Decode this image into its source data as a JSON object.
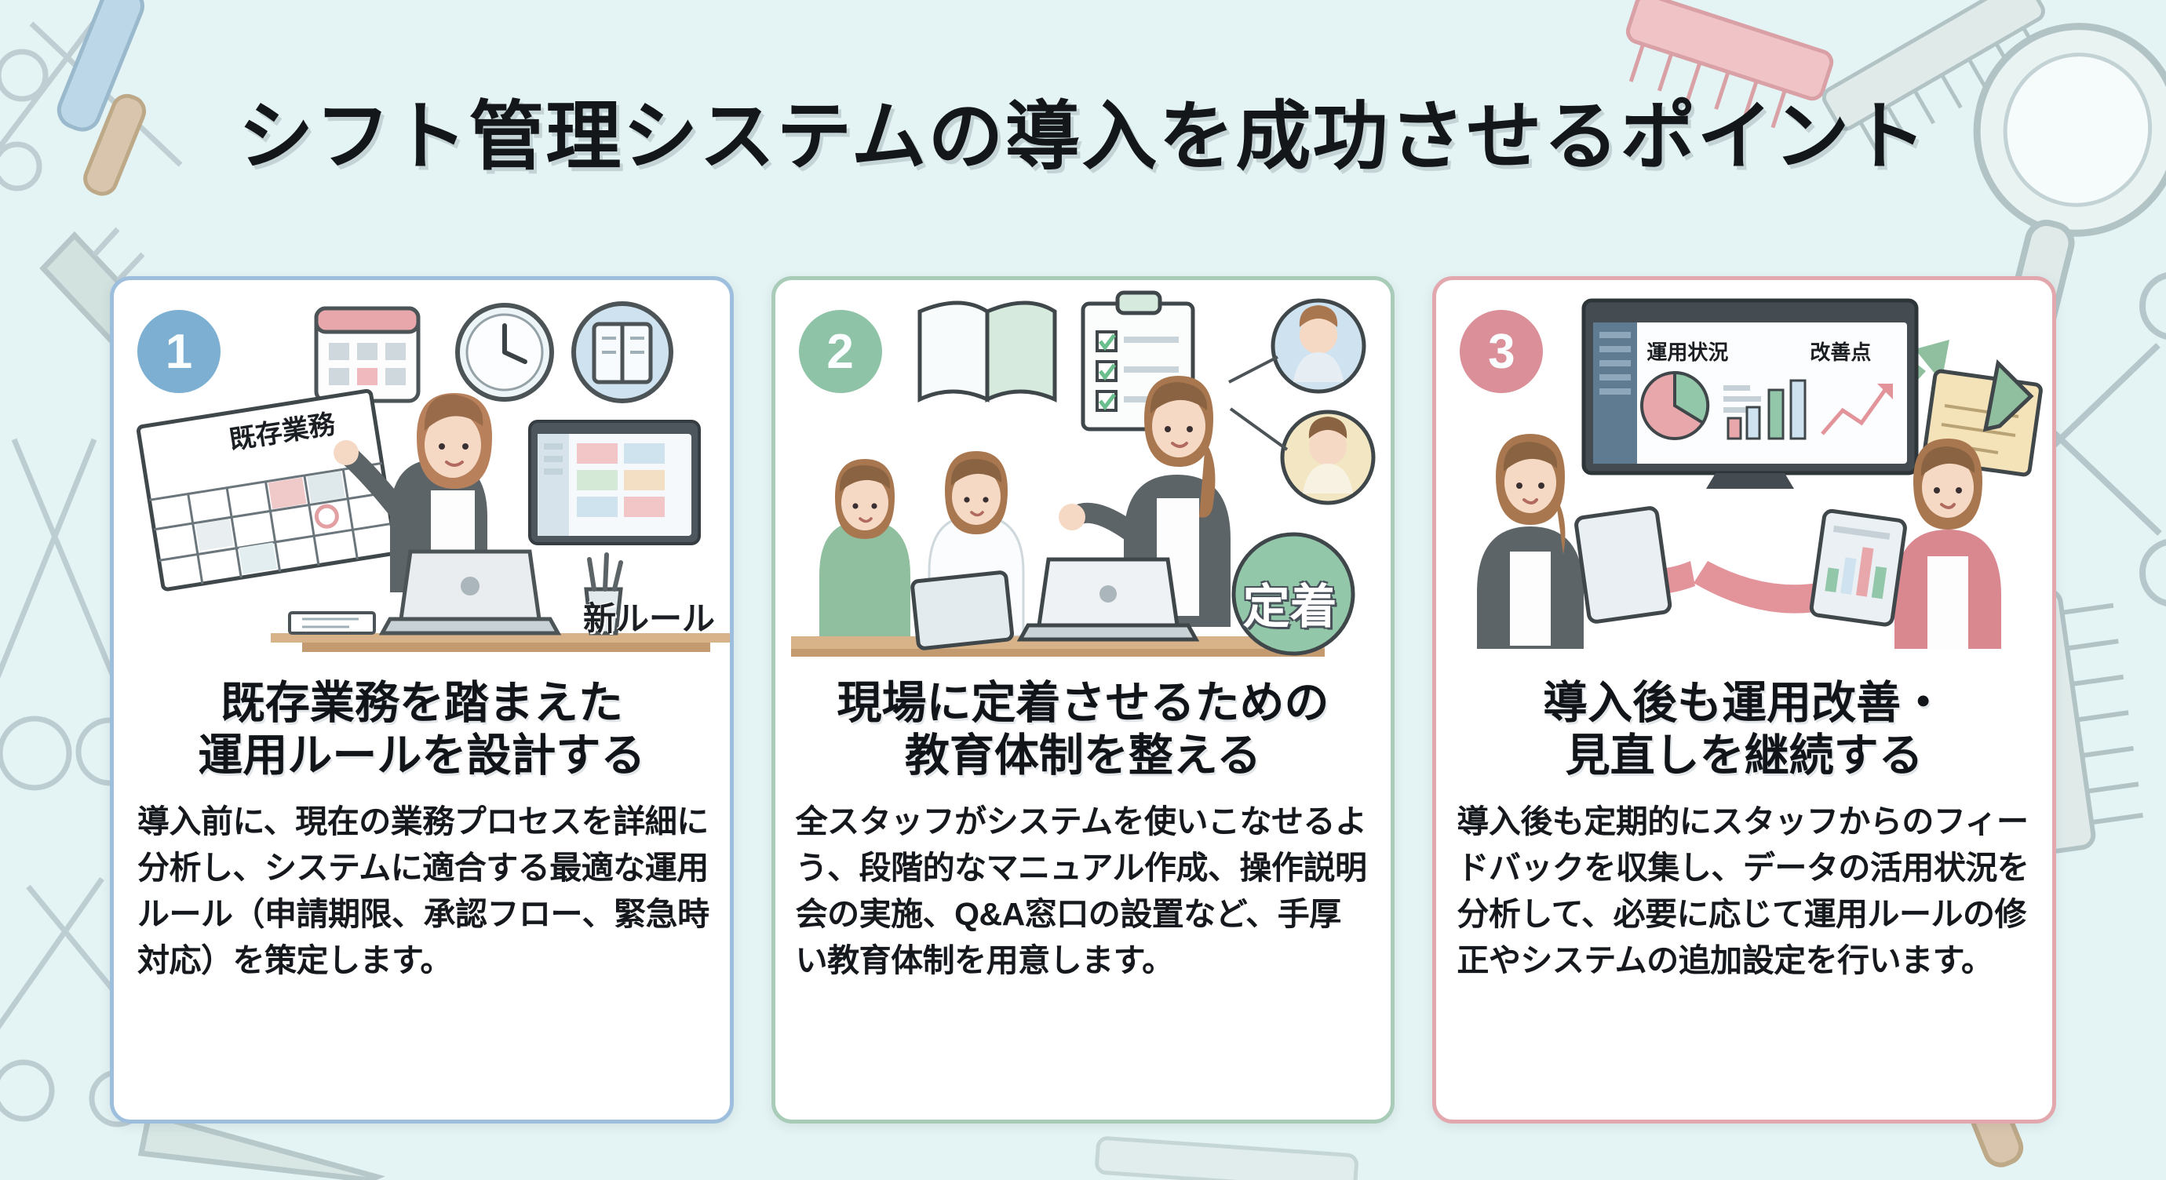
{
  "page": {
    "title": "シフト管理システムの導入を成功させるポイント",
    "background_color": "#e4f3f3",
    "theme": "salon-shift-management-infographic"
  },
  "cards": [
    {
      "number": "1",
      "badge_color": "#7cafd1",
      "border_color": "#9dbfdd",
      "heading_line1": "既存業務を踏まえた",
      "heading_line2": "運用ルールを設計する",
      "body": "導入前に、現在の業務プロセスを詳細に分析し、システムに適合する最適な運用ルール（申請期限、承認フロー、緊急時対応）を策定します。",
      "illustration_labels": {
        "paper": "既存業務",
        "new_rule": "新ルール"
      },
      "illustration_icons": [
        "calendar-icon",
        "clock-icon",
        "book-icon",
        "laptop-icon",
        "tablet-screen-icon",
        "person-presenter-icon",
        "pen-cup-icon"
      ]
    },
    {
      "number": "2",
      "badge_color": "#8ec3a7",
      "border_color": "#a8ccb8",
      "heading_line1": "現場に定着させるための",
      "heading_line2": "教育体制を整える",
      "body": "全スタッフがシステムを使いこなせるよう、段階的なマニュアル作成、操作説明会の実施、Q&A窓口の設置など、手厚い教育体制を用意します。",
      "illustration_labels": {
        "stamp": "定着"
      },
      "illustration_icons": [
        "open-book-icon",
        "checklist-clipboard-icon",
        "person-trainer-icon",
        "person-student-icon",
        "avatar-circle-icon",
        "tablet-icon",
        "laptop-icon"
      ]
    },
    {
      "number": "3",
      "badge_color": "#db9099",
      "border_color": "#e2a8ad",
      "heading_line1": "導入後も運用改善・",
      "heading_line2": "見直しを継続する",
      "body": "導入後も定期的にスタッフからのフィードバックを収集し、データの活用状況を分析して、必要に応じて運用ルールの修正やシステムの追加設定を行います。",
      "illustration_labels": {
        "dashboard_left": "運用状況",
        "dashboard_right": "改善点"
      },
      "illustration_icons": [
        "monitor-dashboard-icon",
        "pie-chart-icon",
        "bar-chart-icon",
        "line-chart-icon",
        "cycle-arrow-icon",
        "notepad-pencil-icon",
        "person-analyst-icon",
        "tablet-icon"
      ]
    }
  ]
}
